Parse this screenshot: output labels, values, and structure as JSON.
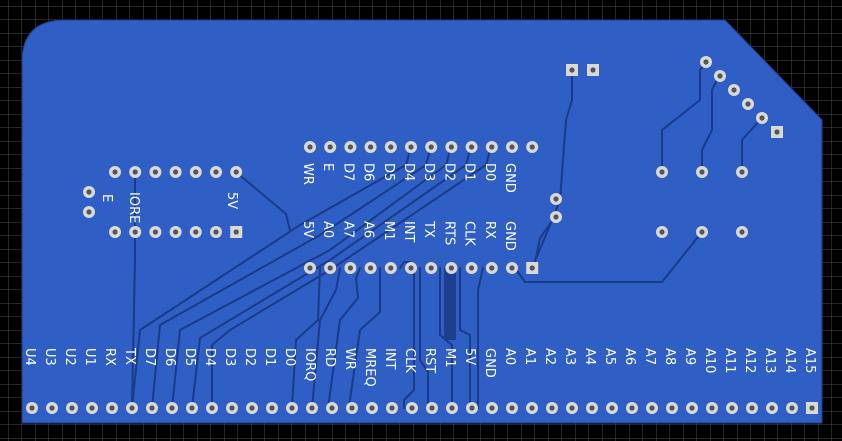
{
  "colors": {
    "background": "#000000",
    "grid": "#4a4a4a",
    "copper": "#2f5fc4",
    "copper_dark": "#1e3f8e",
    "trace": "#1a3a8a",
    "pad": "#d9d9d9",
    "hole": "#555555",
    "silkscreen": "#ffffff"
  },
  "bottom_header": {
    "labels": [
      "U4",
      "U3",
      "U2",
      "U1",
      "RX",
      "TX",
      "D7",
      "D6",
      "D5",
      "D4",
      "D3",
      "D2",
      "D1",
      "D0",
      "IORQ",
      "RD",
      "WR",
      "MREQ",
      "INT",
      "CLK",
      "RST",
      "M1",
      "5V",
      "GND",
      "A0",
      "A1",
      "A2",
      "A3",
      "A4",
      "A5",
      "A6",
      "A7",
      "A8",
      "A9",
      "A10",
      "A11",
      "A12",
      "A13",
      "A14",
      "A15"
    ]
  },
  "middle_header": {
    "top_labels": [
      "WR",
      "E",
      "D7",
      "D6",
      "D5",
      "D4",
      "D3",
      "D2",
      "D1",
      "D0",
      "GND"
    ],
    "bottom_labels": [
      "5V",
      "A0",
      "A7",
      "A6",
      "M1",
      "INT",
      "TX",
      "RTS",
      "CLK",
      "RX",
      "GND"
    ]
  },
  "left_module": {
    "labels": [
      "E",
      "IORE",
      "5V"
    ]
  }
}
